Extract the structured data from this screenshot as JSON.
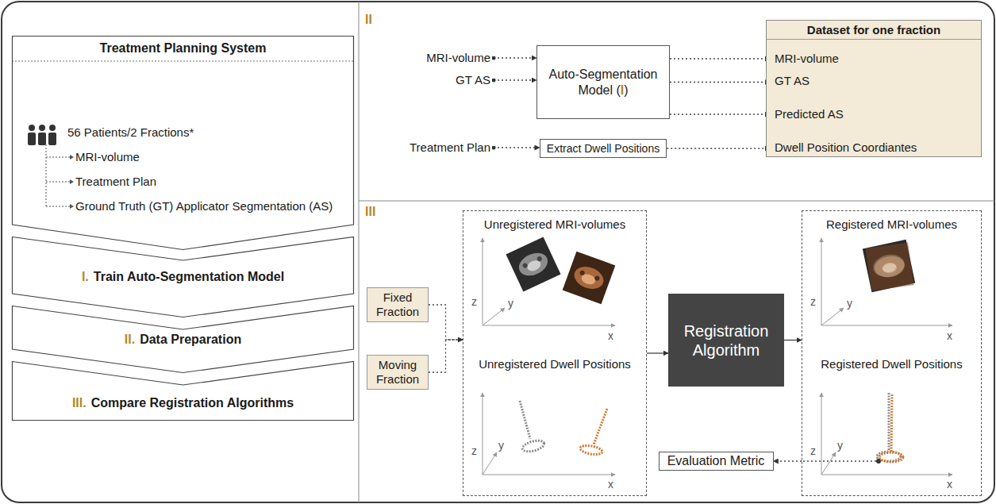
{
  "diagram": {
    "nodes": [
      {
        "text": [
          "Treatment Planning System",
          "56 Patients/2 Fractions*",
          "MRI-volume",
          "Treatment Plan",
          "Ground Truth (GT) Applicator Segmentation (AS)"
        ]
      },
      {
        "text": [
          "I.",
          "Train Auto-Segmentation Model"
        ]
      },
      {
        "text": [
          "II.",
          "Data Preparation"
        ]
      },
      {
        "text": [
          "III.",
          "Compare Registration Algorithms"
        ]
      },
      {
        "text": [
          "MRI-volume"
        ]
      },
      {
        "text": [
          "GT AS"
        ]
      },
      {
        "text": [
          "Treatment Plan"
        ]
      },
      {
        "text": [
          "Auto-Segmentation Model (I)"
        ]
      },
      {
        "text": [
          "Extract Dwell Positions"
        ]
      },
      {
        "text": [
          "Dataset for one fraction"
        ]
      },
      {
        "text": [
          "MRI-volume"
        ],
        "in": 9
      },
      {
        "text": [
          "GT AS"
        ],
        "in": 9
      },
      {
        "text": [
          "Predicted AS"
        ],
        "in": 9
      },
      {
        "text": [
          "Dwell Position Coordiantes"
        ],
        "in": 9
      },
      {
        "text": [
          "Fixed Fraction"
        ]
      },
      {
        "text": [
          "Moving Fraction"
        ]
      },
      {
        "text": [
          "Unregistered MRI-volumes",
          "Unregistered Dwell Positions"
        ]
      },
      {
        "text": [
          "Registration Algorithm"
        ]
      },
      {
        "text": [
          "Registered MRI-volumes",
          "Registered Dwell Positions"
        ]
      },
      {
        "text": [
          "Evaluation Metric"
        ]
      }
    ],
    "edges": [
      {
        "from": 4,
        "to": 7,
        "arrow": "to"
      },
      {
        "from": 5,
        "to": 7,
        "arrow": "to"
      },
      {
        "from": 6,
        "to": 8,
        "arrow": "to"
      },
      {
        "from": 7,
        "to": 10,
        "arrow": "to"
      },
      {
        "from": 7,
        "to": 11,
        "arrow": "to"
      },
      {
        "from": 7,
        "to": 12,
        "arrow": "to"
      },
      {
        "from": 8,
        "to": 13,
        "arrow": "to"
      },
      {
        "from": 14,
        "to": 16,
        "arrow": "to"
      },
      {
        "from": 15,
        "to": 16,
        "arrow": "to"
      },
      {
        "from": 16,
        "to": 17,
        "arrow": "to"
      },
      {
        "from": 17,
        "to": 18,
        "arrow": "to"
      },
      {
        "from": 18,
        "to": 19,
        "arrow": "to"
      }
    ],
    "labels": [
      "II",
      "III",
      "z",
      "y",
      "x",
      "z",
      "y",
      "x",
      "z",
      "y",
      "x",
      "z",
      "y",
      "x"
    ]
  }
}
